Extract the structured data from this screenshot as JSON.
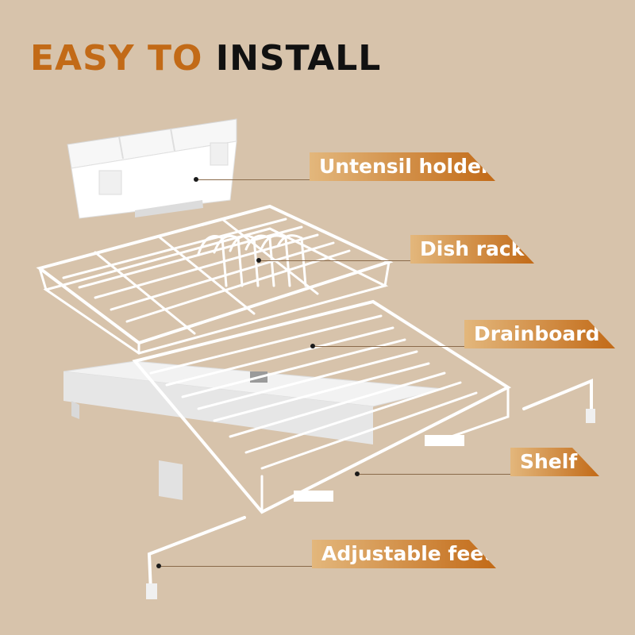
{
  "title": {
    "part1": "EASY TO",
    "part2": "INSTALL"
  },
  "labels": {
    "utensil": "Untensil holder",
    "dish_rack": "Dish rack",
    "drainboard": "Drainboard",
    "shelf": "Shelf",
    "feet": "Adjustable feet"
  },
  "colors": {
    "background": "#d7c3ab",
    "accent": "#c26a17",
    "label_gradient_start": "#e3b77c",
    "label_gradient_end": "#c26a17"
  }
}
